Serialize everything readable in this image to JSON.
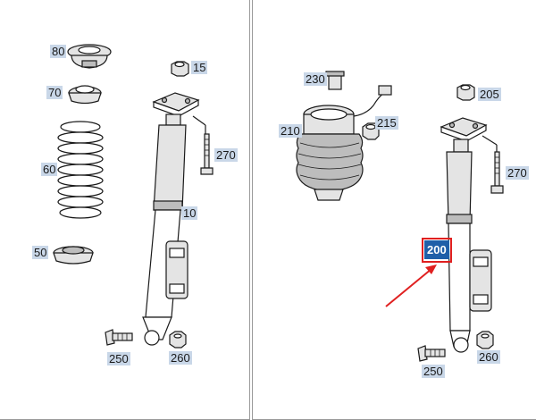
{
  "colors": {
    "label_bg": "#c9d7e8",
    "highlight_bg": "#1f5fa8",
    "highlight_border": "#e02020",
    "arrow": "#e02020"
  },
  "left_panel": {
    "labels": {
      "p80": "80",
      "p70": "70",
      "p60": "60",
      "p50": "50",
      "p15": "15",
      "p270": "270",
      "p10": "10",
      "p250": "250",
      "p260": "260"
    }
  },
  "right_panel": {
    "labels": {
      "p230": "230",
      "p210": "210",
      "p215": "215",
      "p205": "205",
      "p270": "270",
      "p200": "200",
      "p250": "250",
      "p260": "260"
    },
    "highlighted_part": "200"
  }
}
